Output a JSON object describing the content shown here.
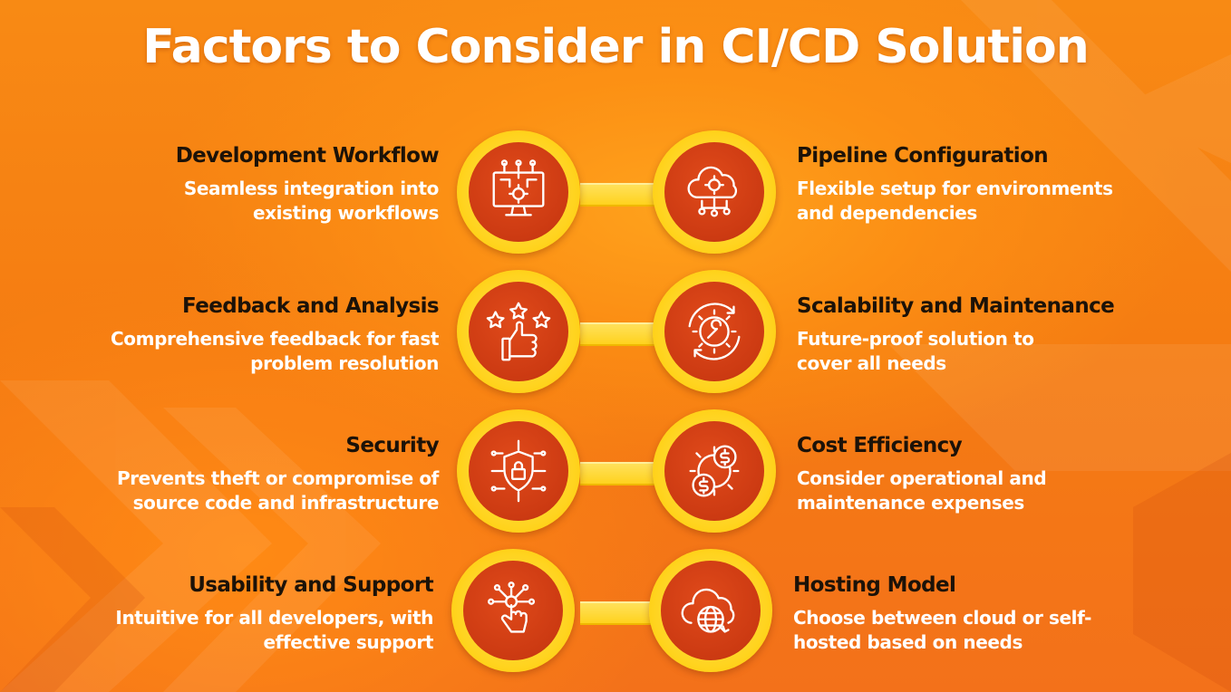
{
  "title": "Factors to Consider in CI/CD Solution",
  "colors": {
    "background": "#f47b12",
    "ring": "#ffd21a",
    "disc": "#cc3a12",
    "heading": "#1c1208",
    "text": "#ffffff"
  },
  "rows": [
    {
      "left": {
        "heading": "Development Workflow",
        "line1": "Seamless integration into",
        "line2": "existing workflows",
        "icon": "monitor-gear-circuit-icon"
      },
      "right": {
        "heading": "Pipeline Configuration",
        "line1": "Flexible setup for environments",
        "line2": "and dependencies",
        "icon": "cloud-gear-network-icon"
      }
    },
    {
      "left": {
        "heading": "Feedback and Analysis",
        "line1": "Comprehensive feedback for fast",
        "line2": "problem resolution",
        "icon": "stars-thumbs-up-icon"
      },
      "right": {
        "heading": "Scalability and Maintenance",
        "line1": "Future-proof solution to",
        "line2": "cover all needs",
        "icon": "gear-wrench-cycle-icon"
      }
    },
    {
      "left": {
        "heading": "Security",
        "line1": "Prevents theft or compromise of",
        "line2": "source code and infrastructure",
        "icon": "shield-lock-circuit-icon"
      },
      "right": {
        "heading": "Cost Efficiency",
        "line1": "Consider operational and",
        "line2": "maintenance expenses",
        "icon": "gear-dollar-icon"
      }
    },
    {
      "left": {
        "heading": "Usability and Support",
        "line1": "Intuitive for all developers, with",
        "line2": "effective support",
        "icon": "touch-hand-network-icon"
      },
      "right": {
        "heading": "Hosting Model",
        "line1": "Choose between cloud or self-",
        "line2": "hosted based on needs",
        "icon": "cloud-globe-icon"
      }
    }
  ]
}
